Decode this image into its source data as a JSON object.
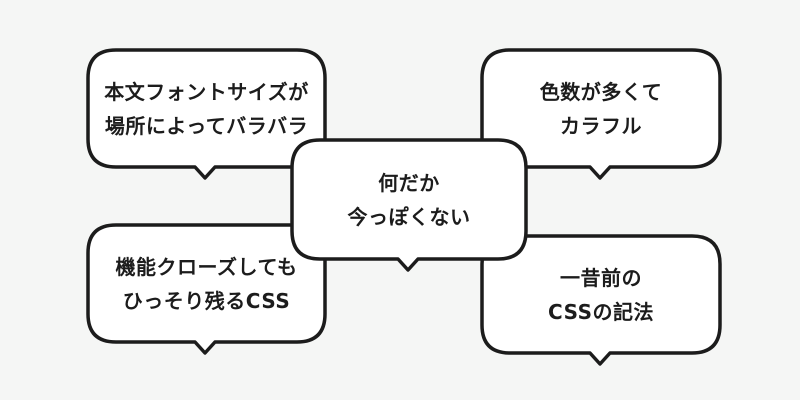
{
  "colors": {
    "background": "#f5f6f5",
    "bubble_fill": "#ffffff",
    "bubble_stroke": "#1c1c1c",
    "text": "#1c1c1c"
  },
  "bubbles": {
    "center": {
      "line1": "何だか",
      "line2": "今っぽくない"
    },
    "top_left": {
      "line1": "本文フォントサイズが",
      "line2": "場所によってバラバラ"
    },
    "top_right": {
      "line1": "色数が多くて",
      "line2": "カラフル"
    },
    "bottom_left": {
      "line1": "機能クローズしても",
      "line2": "ひっそり残るCSS"
    },
    "bottom_right": {
      "line1": "一昔前の",
      "line2": "CSSの記法"
    }
  }
}
